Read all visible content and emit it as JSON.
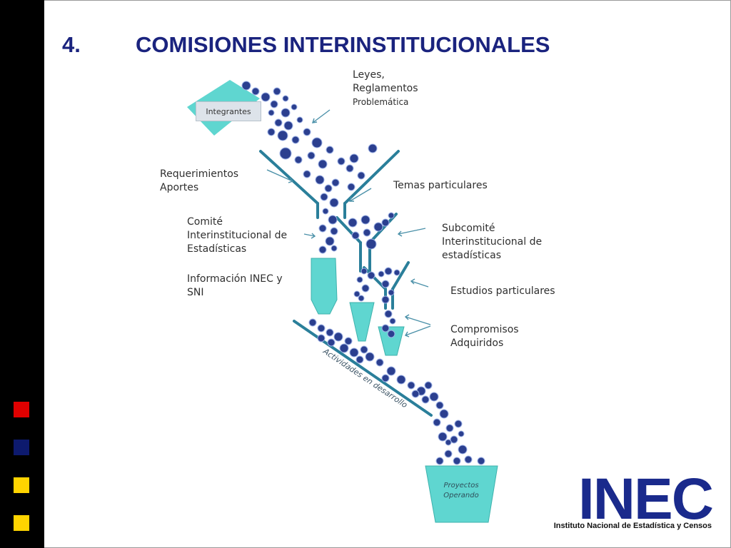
{
  "slide": {
    "title_number": "4.",
    "title_text": "COMISIONES INTERINSTITUCIONALES"
  },
  "diagram": {
    "integrantes": "Integrantes",
    "leyes": [
      "Leyes,",
      "Reglamentos",
      "Problemática"
    ],
    "requerimientos": [
      "Requerimientos",
      "Aportes"
    ],
    "temas": "Temas particulares",
    "comite": [
      "Comité",
      "Interinstitucional de",
      "Estadísticas"
    ],
    "subcomite": [
      "Subcomité",
      "Interinstitucional de",
      "estadísticas"
    ],
    "informacion": [
      "Información INEC y",
      "SNI"
    ],
    "estudios": "Estudios particulares",
    "compromisos": [
      "Compromisos",
      "Adquiridos"
    ],
    "actividades": "Actividades en desarrollo",
    "proyectos": [
      "Proyectos",
      "Operando"
    ]
  },
  "logo": {
    "name": "INEC",
    "subtitle": "Instituto Nacional de Estadística y Censos",
    "brand_color": "#1a2a8c"
  },
  "colors": {
    "accent_squares": [
      "#e00000",
      "#0d1a6e",
      "#ffd400",
      "#ffd400"
    ],
    "funnel": "#5fd6d0",
    "funnel_line": "#2a7f9a",
    "balls": "#2b3f8f"
  }
}
